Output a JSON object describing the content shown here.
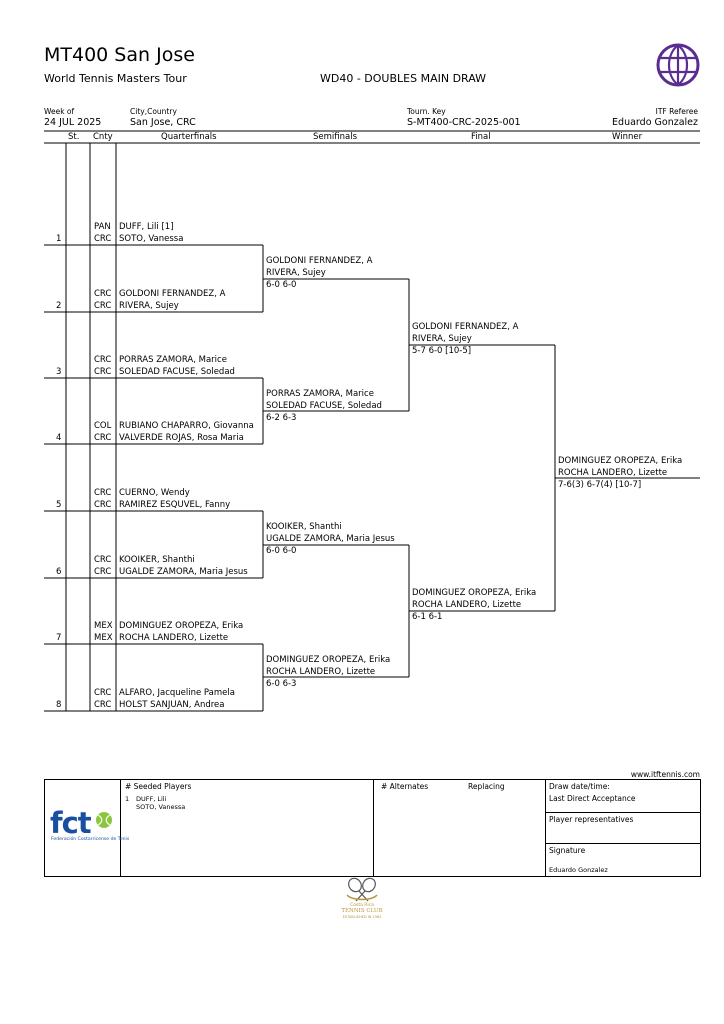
{
  "header": {
    "tournament_name": "MT400 San Jose",
    "tour_name": "World Tennis Masters Tour",
    "event_title": "WD40 - DOUBLES MAIN DRAW",
    "week_of_label": "Week of",
    "week_of_value": "24 JUL 2025",
    "city_label": "City,Country",
    "city_value": "San Jose, CRC",
    "tourn_key_label": "Tourn. Key",
    "tourn_key_value": "S-MT400-CRC-2025-001",
    "referee_label": "ITF Referee",
    "referee_value": "Eduardo Gonzalez"
  },
  "columns": {
    "st": "St.",
    "cnty": "Cnty",
    "quarterfinals": "Quarterfinals",
    "semifinals": "Semifinals",
    "final": "Final",
    "winner": "Winner"
  },
  "entries": [
    {
      "num": "1",
      "cnty1": "PAN",
      "name1": "DUFF, Lili [1]",
      "cnty2": "CRC",
      "name2": "SOTO, Vanessa"
    },
    {
      "num": "2",
      "cnty1": "CRC",
      "name1": "GOLDONI FERNANDEZ, A",
      "cnty2": "CRC",
      "name2": "RIVERA, Sujey"
    },
    {
      "num": "3",
      "cnty1": "CRC",
      "name1": "PORRAS ZAMORA, Marice",
      "cnty2": "CRC",
      "name2": "SOLEDAD FACUSE, Soledad"
    },
    {
      "num": "4",
      "cnty1": "COL",
      "name1": "RUBIANO CHAPARRO, Giovanna",
      "cnty2": "CRC",
      "name2": "VALVERDE ROJAS, Rosa Maria"
    },
    {
      "num": "5",
      "cnty1": "CRC",
      "name1": "CUERNO, Wendy",
      "cnty2": "CRC",
      "name2": "RAMIREZ ESQUVEL, Fanny"
    },
    {
      "num": "6",
      "cnty1": "CRC",
      "name1": "KOOIKER, Shanthi",
      "cnty2": "CRC",
      "name2": "UGALDE ZAMORA, Maria Jesus"
    },
    {
      "num": "7",
      "cnty1": "MEX",
      "name1": "DOMINGUEZ OROPEZA, Erika",
      "cnty2": "MEX",
      "name2": "ROCHA LANDERO, Lizette"
    },
    {
      "num": "8",
      "cnty1": "CRC",
      "name1": "ALFARO, Jacqueline Pamela",
      "cnty2": "CRC",
      "name2": "HOLST SANJUAN, Andrea"
    }
  ],
  "semifinals": [
    {
      "name1": "GOLDONI FERNANDEZ, A",
      "name2": "RIVERA, Sujey",
      "score": "6-0 6-0"
    },
    {
      "name1": "PORRAS ZAMORA, Marice",
      "name2": "SOLEDAD FACUSE, Soledad",
      "score": "6-2 6-3"
    },
    {
      "name1": "KOOIKER, Shanthi",
      "name2": "UGALDE ZAMORA, Maria Jesus",
      "score": "6-0 6-0"
    },
    {
      "name1": "DOMINGUEZ OROPEZA, Erika",
      "name2": "ROCHA LANDERO, Lizette",
      "score": "6-0 6-3"
    }
  ],
  "final": [
    {
      "name1": "GOLDONI FERNANDEZ, A",
      "name2": "RIVERA, Sujey",
      "score": "5-7 6-0 [10-5]"
    },
    {
      "name1": "DOMINGUEZ OROPEZA, Erika",
      "name2": "ROCHA LANDERO, Lizette",
      "score": "6-1 6-1"
    }
  ],
  "winner": {
    "name1": "DOMINGUEZ OROPEZA, Erika",
    "name2": "ROCHA LANDERO, Lizette",
    "score": "7-6(3) 6-7(4) [10-7]"
  },
  "footer": {
    "website": "www.itftennis.com",
    "seeded_header": "#   Seeded Players",
    "seeded": [
      {
        "num": "1",
        "name1": "DUFF, Lili",
        "name2": "SOTO, Vanessa"
      }
    ],
    "alternates_header": "# Alternates",
    "replacing_header": "Replacing",
    "draw_date_label": "Draw date/time:",
    "last_direct_label": "Last Direct Acceptance",
    "player_reps_label": "Player representatives",
    "signature_label": "Signature",
    "signature_name": "Eduardo Gonzalez",
    "fct_logo_text": "fct",
    "fct_caption": "Federación Costarricense de Tenis",
    "club_logo_line1": "Costa Rica",
    "club_logo_line2": "TENNIS CLUB",
    "club_logo_line3": "ESTABLISHED IN 1962"
  },
  "colors": {
    "itf_logo": "#5a2d91",
    "fct_blue": "#1a4fa0",
    "fct_green": "#8cc63f",
    "club_gold": "#b8963e"
  }
}
